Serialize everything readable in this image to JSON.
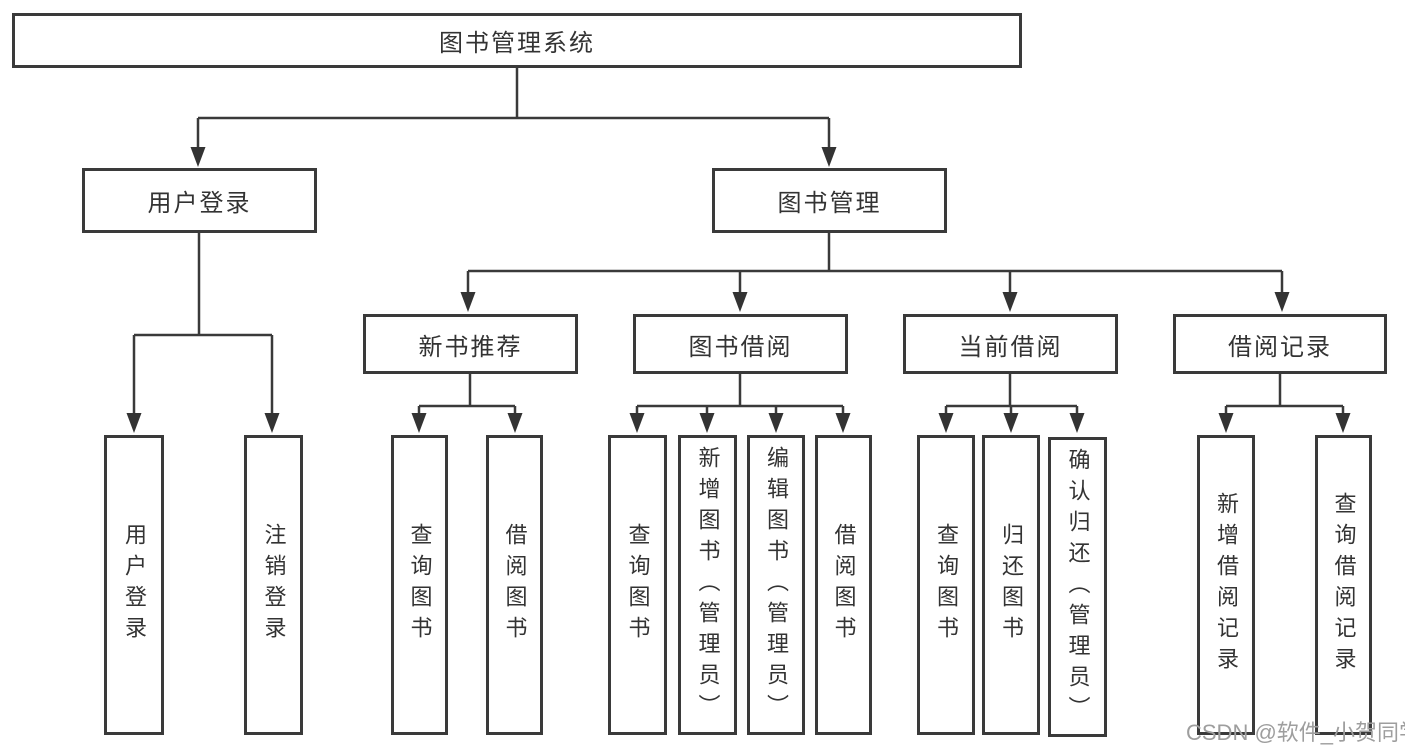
{
  "diagram": {
    "root": {
      "label": "图书管理系统"
    },
    "branches": [
      {
        "label": "用户登录",
        "leaves": [
          {
            "label": "用户登录"
          },
          {
            "label": "注销登录"
          }
        ]
      },
      {
        "label": "图书管理",
        "groups": [
          {
            "label": "新书推荐",
            "leaves": [
              {
                "label": "查询图书"
              },
              {
                "label": "借阅图书"
              }
            ]
          },
          {
            "label": "图书借阅",
            "leaves": [
              {
                "label": "查询图书"
              },
              {
                "label": "新增图书（管理员）"
              },
              {
                "label": "编辑图书（管理员）"
              },
              {
                "label": "借阅图书"
              }
            ]
          },
          {
            "label": "当前借阅",
            "leaves": [
              {
                "label": "查询图书"
              },
              {
                "label": "归还图书"
              },
              {
                "label": "确认归还（管理员）"
              }
            ]
          },
          {
            "label": "借阅记录",
            "leaves": [
              {
                "label": "新增借阅记录"
              },
              {
                "label": "查询借阅记录"
              }
            ]
          }
        ]
      }
    ]
  },
  "colors": {
    "line": "#3a3a3a",
    "box_border": "#3a3a3a",
    "text": "#333333",
    "background": "#ffffff",
    "watermark": "#9e9e9e"
  },
  "watermark": {
    "text": "CSDN @软件_小贺同学"
  }
}
